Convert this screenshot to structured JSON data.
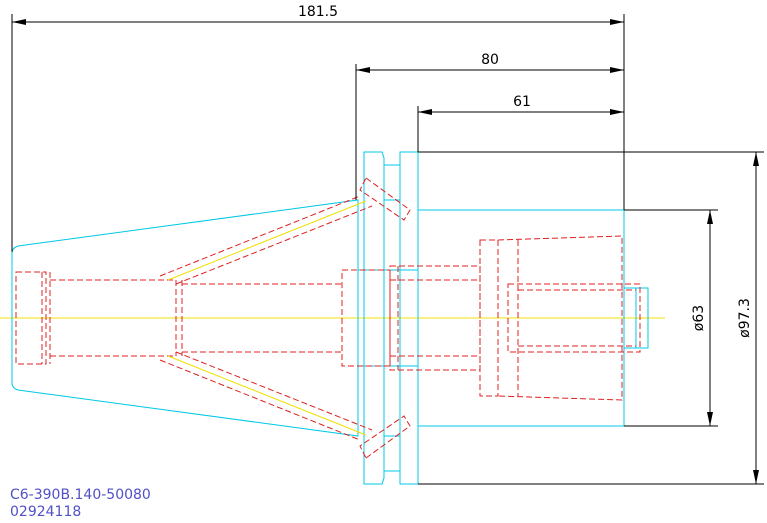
{
  "dimensions": {
    "overall_length": "181.5",
    "flange_to_end": "80",
    "body_length": "61",
    "body_diameter": "ø63",
    "flange_diameter": "ø97.3"
  },
  "part_code": "C6-390B.140-50080",
  "article_number": "02924118",
  "colors": {
    "outline": "#00c8e6",
    "hidden": "#e02020",
    "centerline": "#f0e000",
    "dimension": "#000000",
    "label": "#5050c8"
  }
}
